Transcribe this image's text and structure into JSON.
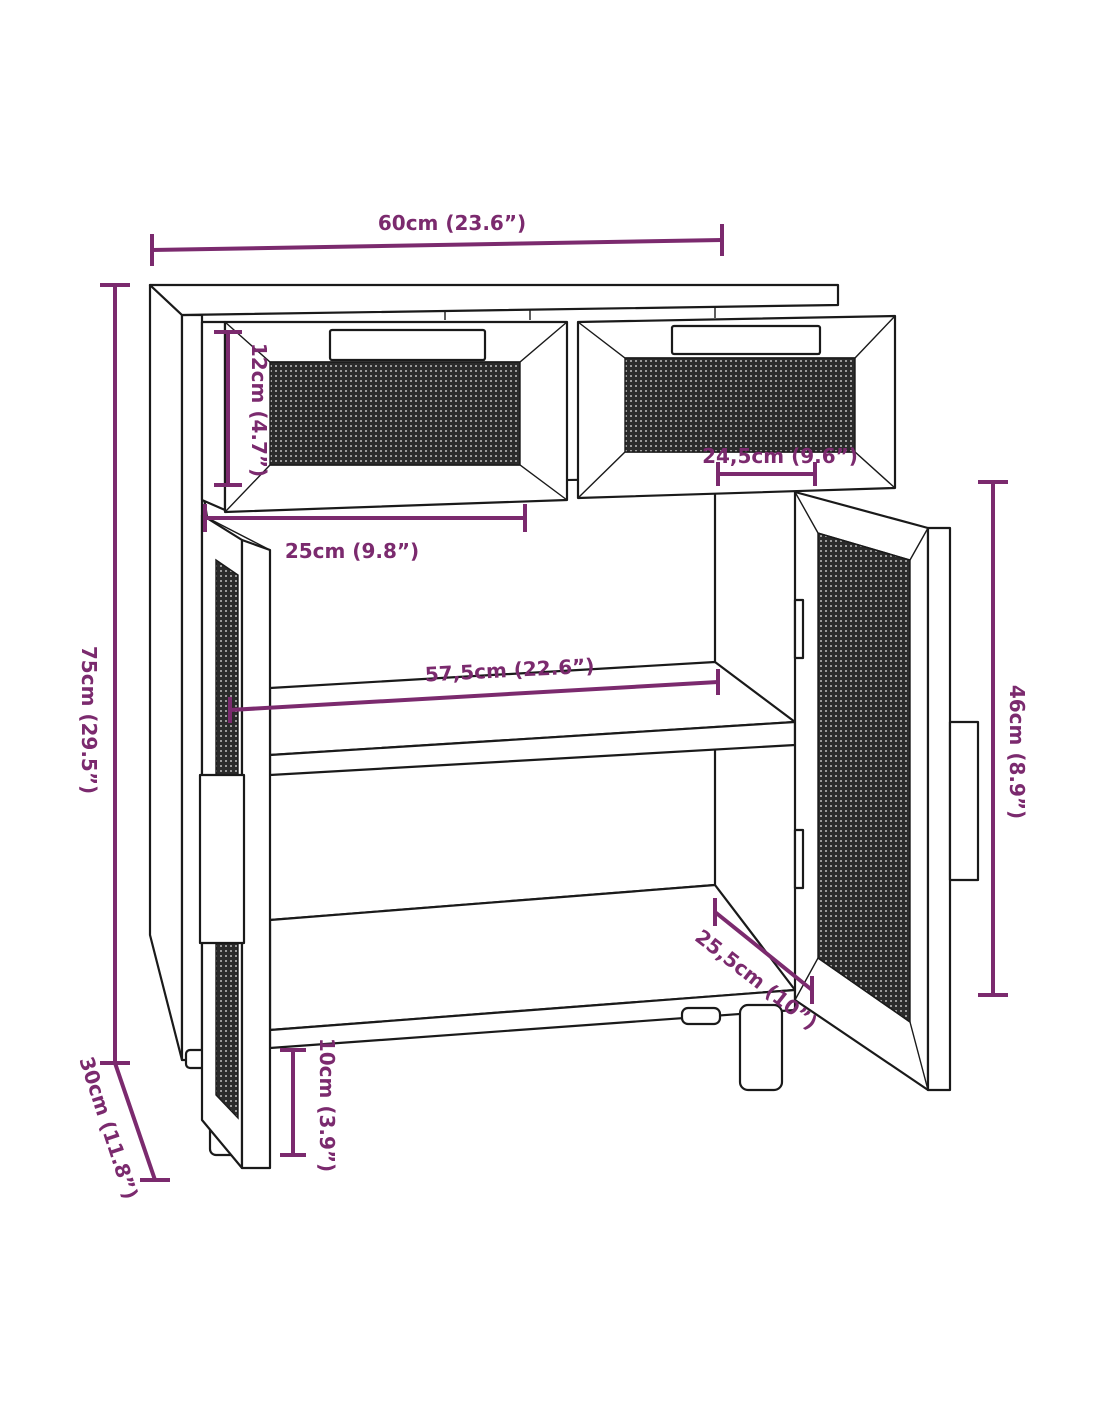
{
  "dimensions": {
    "width": "60cm (23.6”)",
    "height": "75cm (29.5”)",
    "depth": "30cm (11.8”)",
    "drawer_height": "12cm (4.7”)",
    "drawer_width_left": "25cm (9.8”)",
    "drawer_width_right": "24,5cm (9.6”)",
    "inner_width": "57,5cm (22.6”)",
    "door_height": "46cm (8.9”)",
    "inner_depth": "25,5cm (10”)",
    "leg_height": "10cm (3.9”)"
  },
  "colors": {
    "dimension": "#7b2a6e",
    "outline": "#1a1a1a",
    "rattan": "#2b2b2b",
    "background": "#ffffff"
  }
}
